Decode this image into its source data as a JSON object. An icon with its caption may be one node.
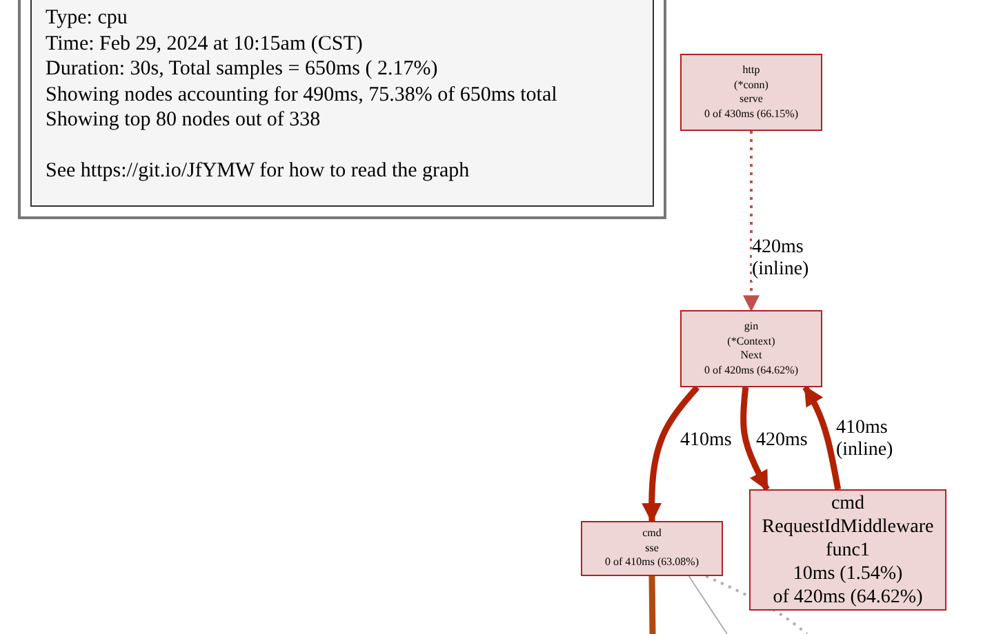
{
  "diagram": {
    "nodes": [
      {
        "text": [
          "Type: cpu",
          "Time: Feb 29, 2024 at 10:15am (CST)",
          "Duration: 30s, Total samples = 650ms ( 2.17%)",
          "Showing nodes accounting for 490ms, 75.38% of 650ms total",
          "Showing top 80 nodes out of 338",
          "See https://git.io/JfYMW for how to read the graph"
        ]
      },
      {
        "text": [
          "http",
          "(*conn)",
          "serve",
          "0 of 430ms (66.15%)"
        ]
      },
      {
        "text": [
          "gin",
          "(*Context)",
          "Next",
          "0 of 420ms (64.62%)"
        ]
      },
      {
        "text": [
          "cmd",
          "sse",
          "0 of 410ms (63.08%)"
        ]
      },
      {
        "text": [
          "cmd",
          "RequestIdMiddleware",
          "func1",
          "10ms (1.54%)",
          "of 420ms (64.62%)"
        ]
      }
    ],
    "edges": [
      {
        "from": 1,
        "to": 2,
        "arrow": "to",
        "label": "420ms (inline)",
        "style": "dashed",
        "color": "#c0504d"
      },
      {
        "from": 2,
        "to": 3,
        "arrow": "to",
        "label": "410ms"
      },
      {
        "from": 2,
        "to": 4,
        "arrow": "to",
        "label": "420ms"
      },
      {
        "from": 4,
        "to": 2,
        "arrow": "to",
        "label": "410ms (inline)"
      },
      {
        "from": 3,
        "to": null,
        "arrow": "none",
        "color": "#b24a10"
      },
      {
        "from": 3,
        "to": null,
        "arrow": "none",
        "color": "#b0b0b0"
      },
      {
        "from": 3,
        "to": null,
        "arrow": "none",
        "style": "dashed",
        "color": "#b0b0b0"
      }
    ]
  }
}
